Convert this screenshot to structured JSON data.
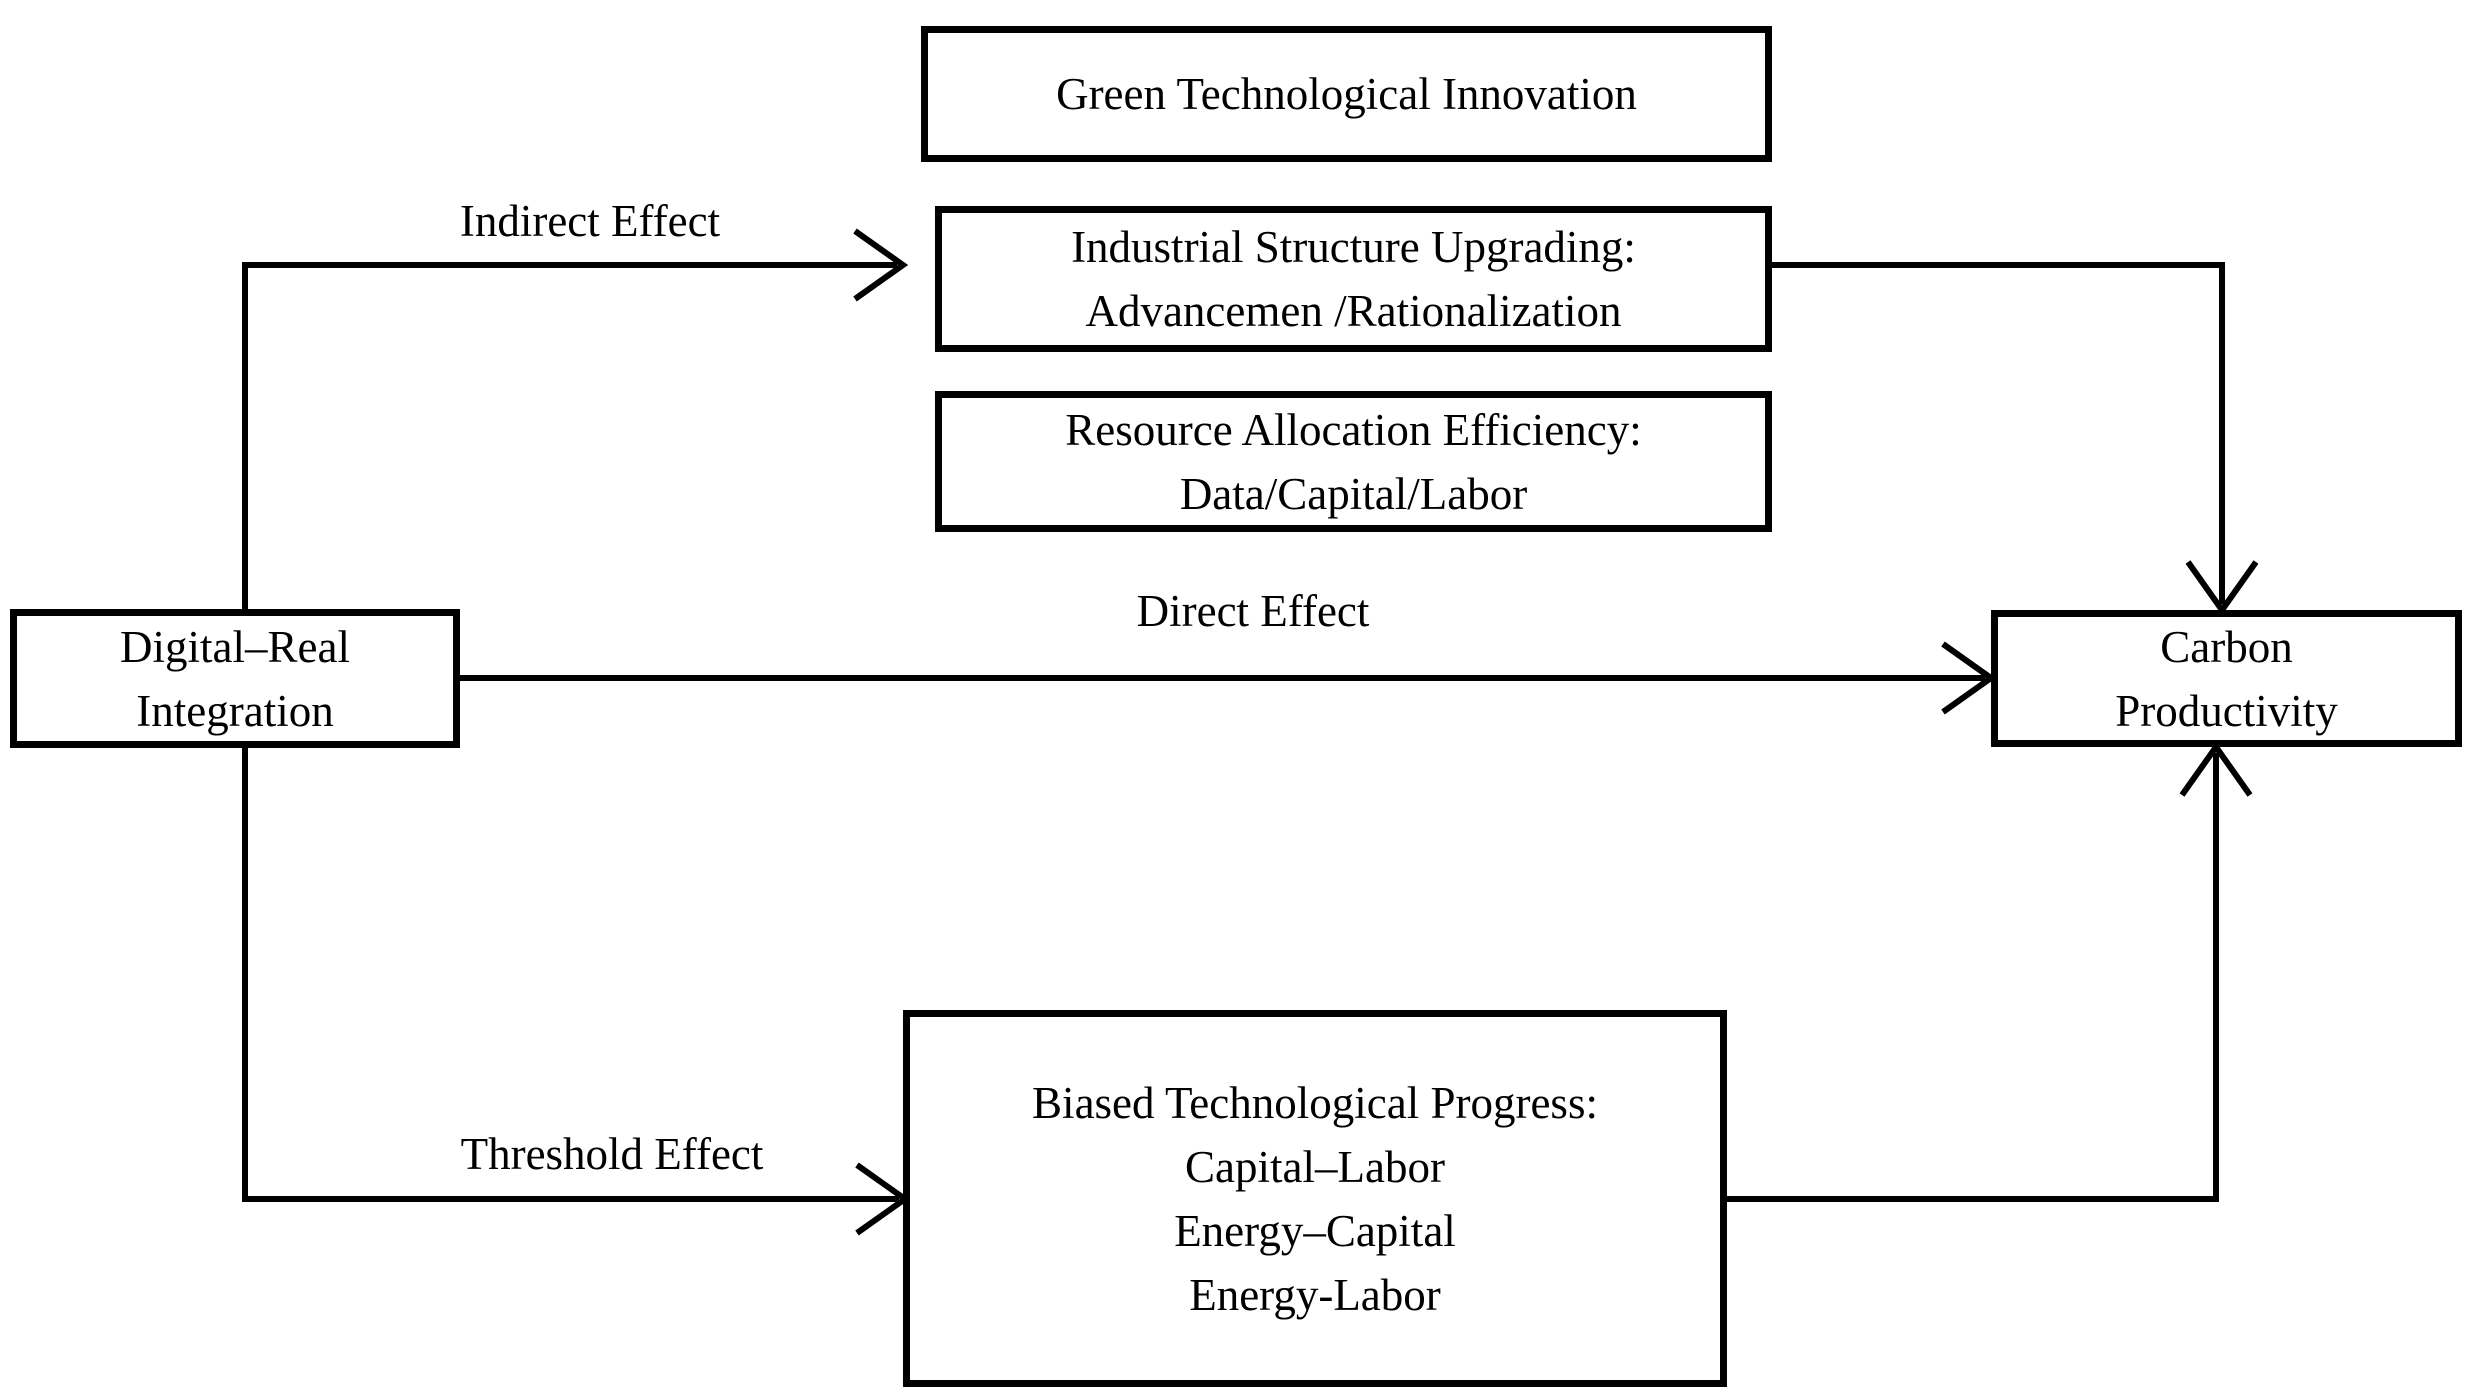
{
  "figure": {
    "colors": {
      "background": "#ffffff",
      "line": "#000000",
      "text": "#000000"
    },
    "nodes": {
      "green": {
        "line1": "Green Technological Innovation"
      },
      "industrial": {
        "line1": "Industrial Structure Upgrading:",
        "line2": "Advancemen /Rationalization"
      },
      "resource": {
        "line1": "Resource Allocation Efficiency:",
        "line2": "Data/Capital/Labor"
      },
      "digital": {
        "line1": "Digital–Real",
        "line2": "Integration"
      },
      "carbon": {
        "line1": "Carbon",
        "line2": "Productivity"
      },
      "biased": {
        "line1": "Biased Technological Progress:",
        "line2": "Capital–Labor",
        "line3": "Energy–Capital",
        "line4": "Energy-Labor"
      }
    },
    "edge_labels": {
      "indirect": "Indirect Effect",
      "direct": "Direct Effect",
      "threshold": "Threshold Effect"
    }
  }
}
